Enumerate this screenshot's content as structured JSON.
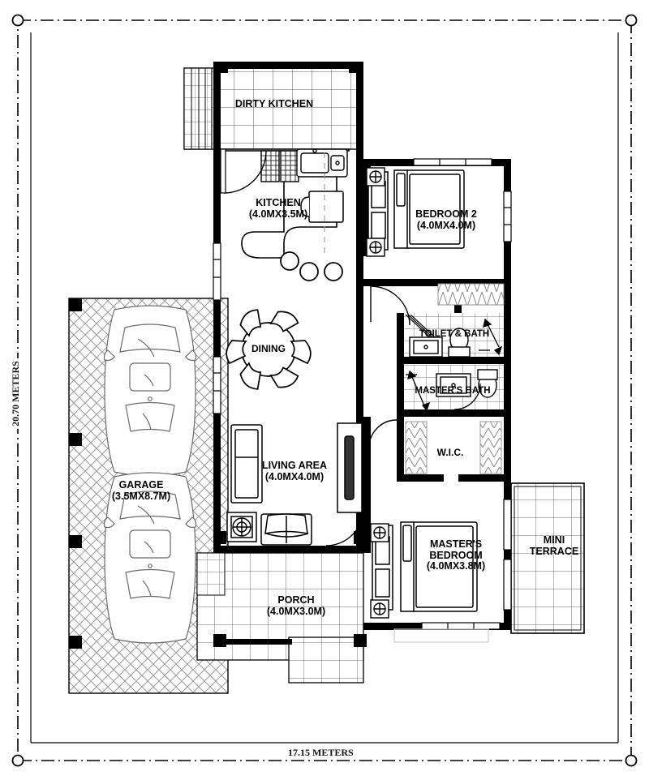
{
  "drawing": {
    "type": "architectural-floor-plan",
    "title": "Single storey house floor plan",
    "overall_dimensions": {
      "width_label": "17.15 METERS",
      "height_label": "20.70 METERS"
    },
    "line_color": "#000000",
    "wall_fill": "#000000",
    "background": "#ffffff",
    "boundary_style": "dash-dot with circle corner markers"
  },
  "rooms": [
    {
      "id": "dirty-kitchen",
      "name": "DIRTY KITCHEN",
      "size": "",
      "floor": "tile-grid"
    },
    {
      "id": "kitchen",
      "name": "KITCHEN",
      "size": "(4.0MX3.5M)",
      "floor": "plain"
    },
    {
      "id": "bedroom-2",
      "name": "BEDROOM 2",
      "size": "(4.0MX4.0M)",
      "floor": "plain"
    },
    {
      "id": "dining",
      "name": "DINING",
      "size": "",
      "floor": "plain"
    },
    {
      "id": "toilet-and-bath",
      "name": "TOILET & BATH",
      "size": "",
      "floor": "tile-grid"
    },
    {
      "id": "masters-bath",
      "name": "MASTER'S BATH",
      "size": "",
      "floor": "tile-grid"
    },
    {
      "id": "wic",
      "name": "W.I.C.",
      "size": "",
      "floor": "plain"
    },
    {
      "id": "living-area",
      "name": "LIVING AREA",
      "size": "(4.0MX4.0M)",
      "floor": "plain"
    },
    {
      "id": "garage",
      "name": "GARAGE",
      "size": "(3.5MX8.7M)",
      "floor": "herringbone-pavers"
    },
    {
      "id": "porch",
      "name": "PORCH",
      "size": "(4.0MX3.0M)",
      "floor": "tile-grid"
    },
    {
      "id": "masters-bedroom",
      "name": "MASTER'S\nBEDROOM",
      "size": "(4.0MX3.8M)",
      "floor": "plain"
    },
    {
      "id": "mini-terrace",
      "name": "MINI\nTERRACE",
      "size": "",
      "floor": "tile-grid"
    }
  ],
  "labels": {
    "dirty_kitchen": "DIRTY KITCHEN",
    "kitchen": "KITCHEN\n(4.0MX3.5M)",
    "bedroom_2": "BEDROOM 2\n(4.0MX4.0M)",
    "dining": "DINING",
    "toilet_and_bath": "TOILET & BATH",
    "masters_bath": "MASTER'S BATH",
    "wic": "W.I.C.",
    "living_area": "LIVING AREA\n(4.0MX4.0M)",
    "garage": "GARAGE\n(3.5MX8.7M)",
    "porch": "PORCH\n(4.0MX3.0M)",
    "masters_bedroom": "MASTER'S\nBEDROOM\n(4.0MX3.8M)",
    "mini_terrace": "MINI\nTERRACE",
    "dim_width": "17.15 METERS",
    "dim_height": "20.70 METERS"
  },
  "fixtures": [
    {
      "name": "kitchen-sink",
      "room": "kitchen"
    },
    {
      "name": "cooktop-range",
      "room": "kitchen"
    },
    {
      "name": "refrigerator",
      "room": "kitchen"
    },
    {
      "name": "kitchen-counter",
      "room": "kitchen"
    },
    {
      "name": "bar-stool",
      "room": "kitchen",
      "count": 3
    },
    {
      "name": "dining-table-round",
      "room": "dining"
    },
    {
      "name": "dining-chair",
      "room": "dining",
      "count": 6
    },
    {
      "name": "sofa",
      "room": "living-area"
    },
    {
      "name": "armchair",
      "room": "living-area"
    },
    {
      "name": "side-table",
      "room": "living-area"
    },
    {
      "name": "tv-console",
      "room": "living-area"
    },
    {
      "name": "bed-double",
      "room": "bedroom-2"
    },
    {
      "name": "nightstand",
      "room": "bedroom-2",
      "count": 2
    },
    {
      "name": "ceiling-light",
      "room": "bedroom-2",
      "count": 2
    },
    {
      "name": "bed-double",
      "room": "masters-bedroom"
    },
    {
      "name": "nightstand",
      "room": "masters-bedroom",
      "count": 2
    },
    {
      "name": "ceiling-light",
      "room": "masters-bedroom",
      "count": 2
    },
    {
      "name": "toilet",
      "room": "toilet-and-bath"
    },
    {
      "name": "lavatory-sink",
      "room": "toilet-and-bath"
    },
    {
      "name": "shower",
      "room": "toilet-and-bath"
    },
    {
      "name": "toilet",
      "room": "masters-bath"
    },
    {
      "name": "lavatory-sink",
      "room": "masters-bath"
    },
    {
      "name": "shower",
      "room": "masters-bath"
    },
    {
      "name": "closet-shelving",
      "room": "wic",
      "count": 2
    },
    {
      "name": "car",
      "room": "garage",
      "count": 2
    }
  ]
}
